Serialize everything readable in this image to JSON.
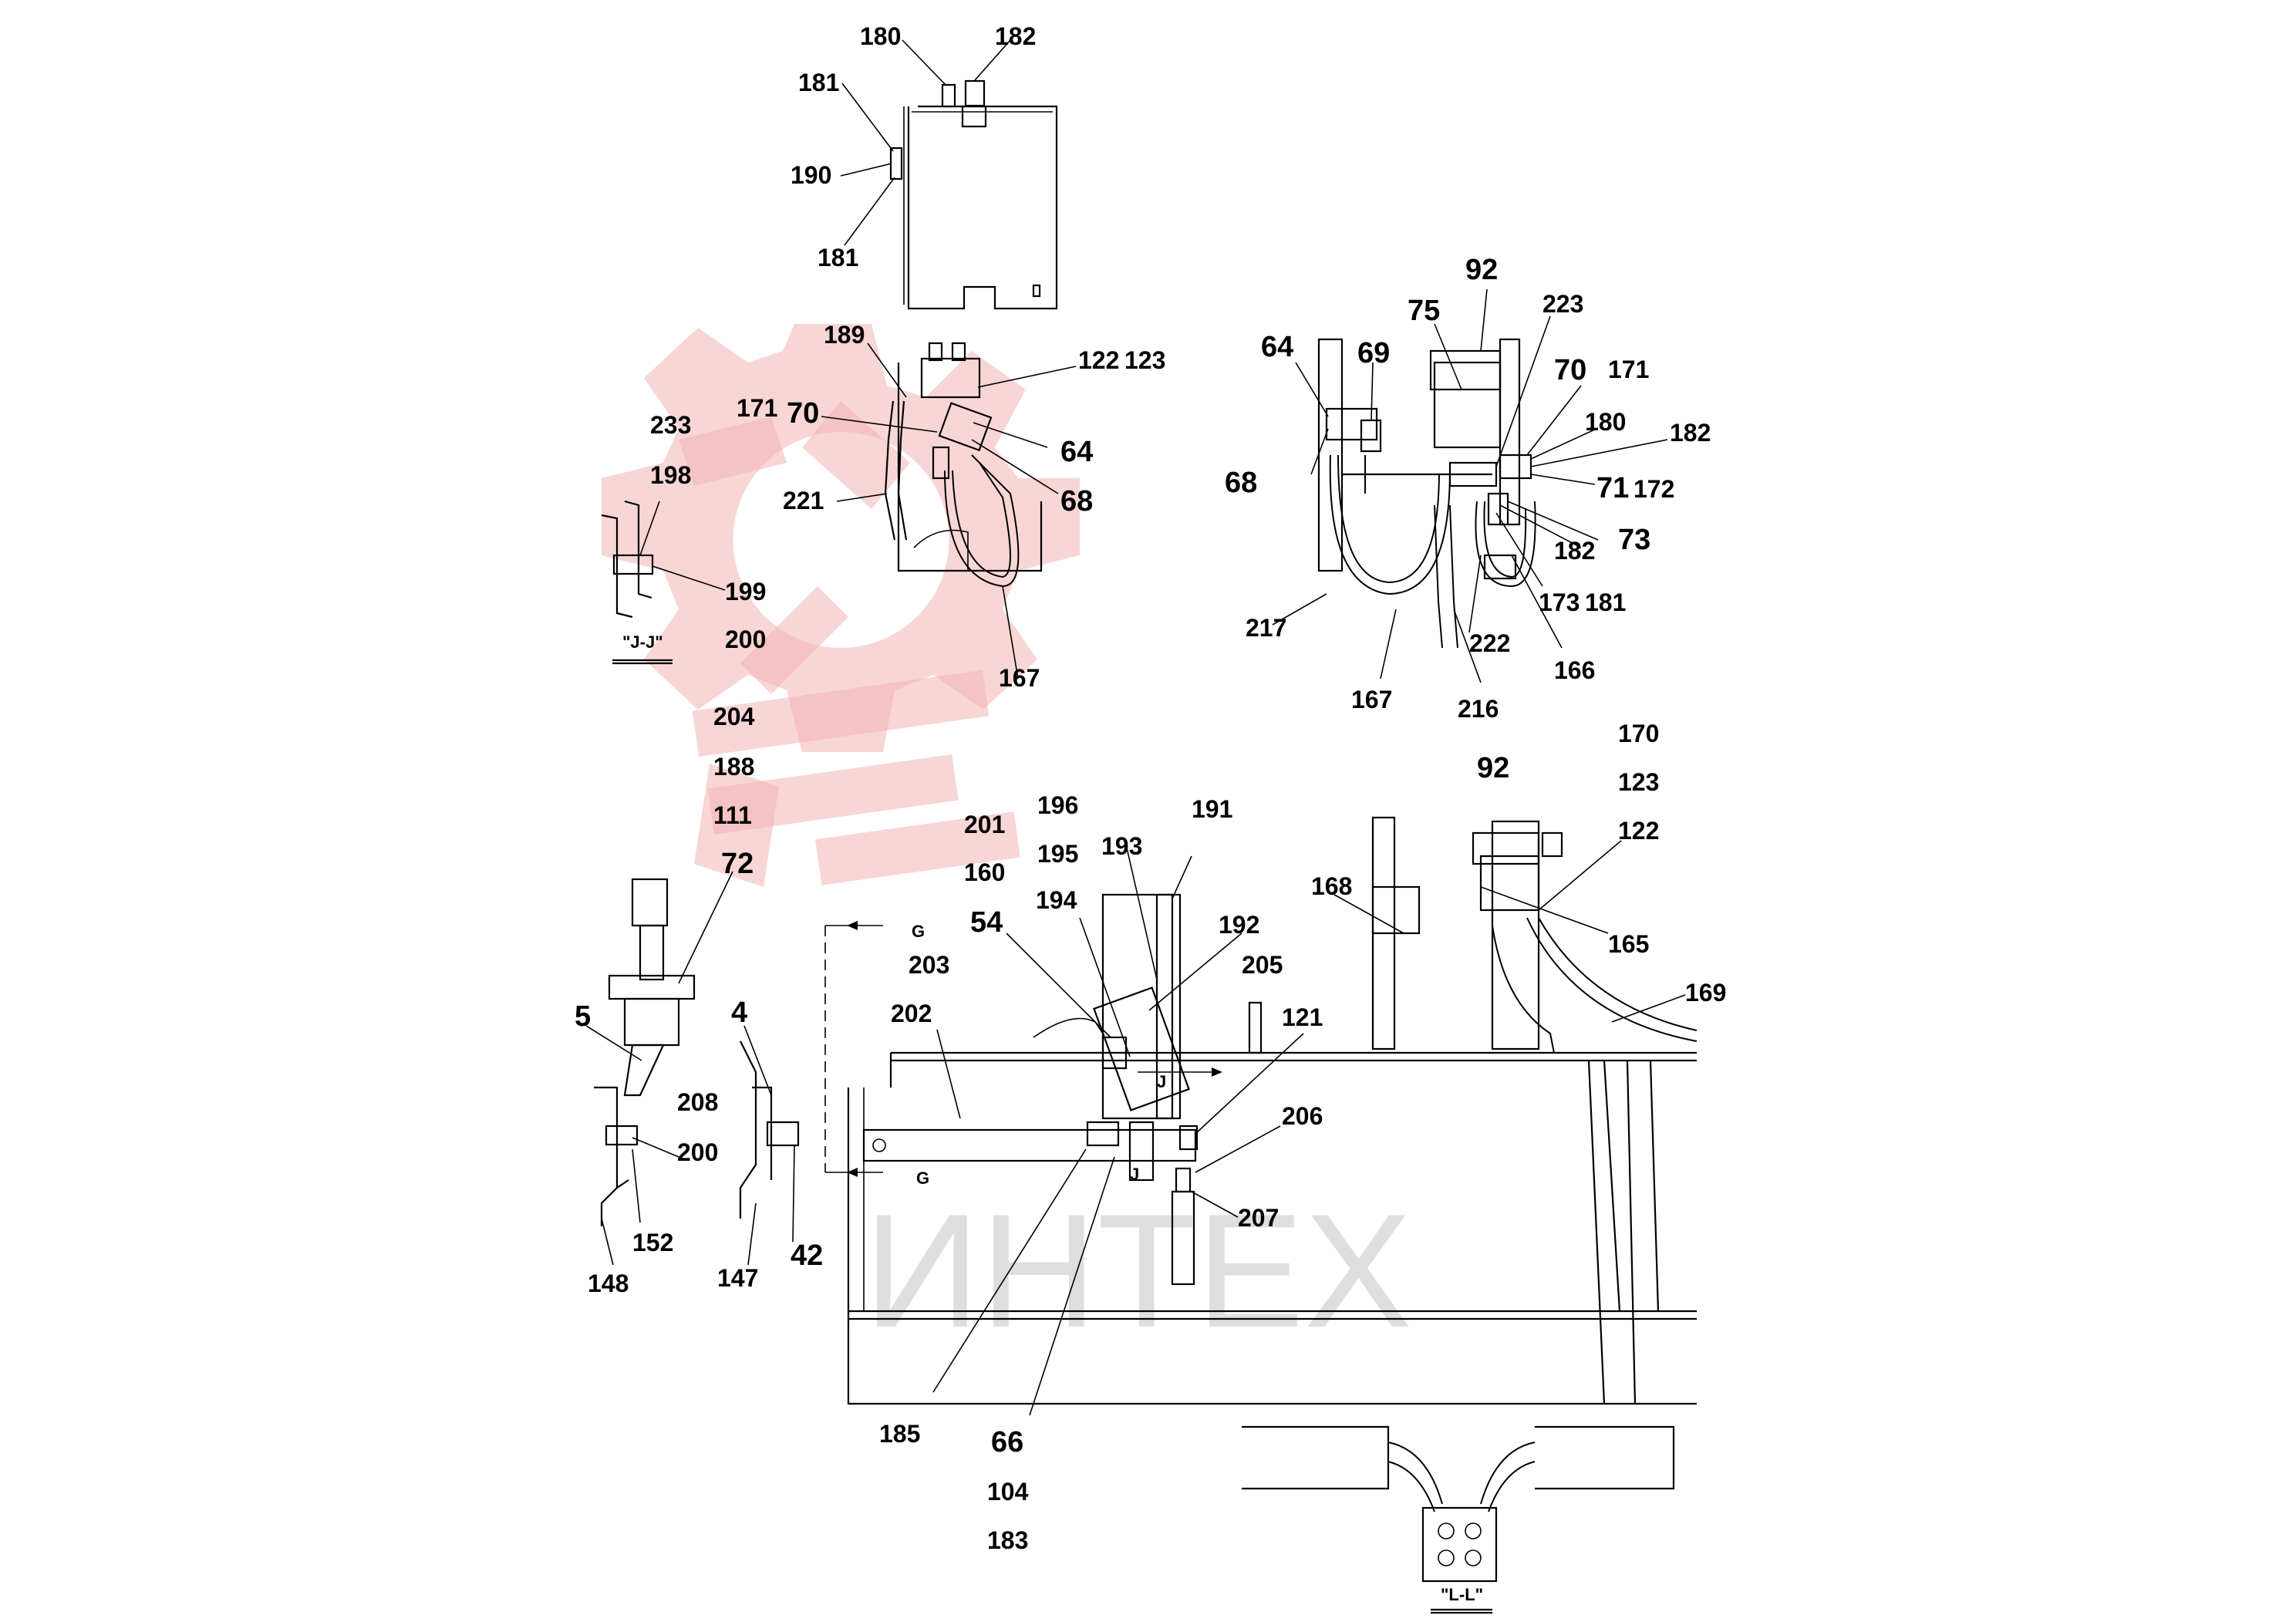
{
  "watermark": "ИНТЕХ",
  "views": {
    "jj": "\"J-J\"",
    "ll": "\"L-L\""
  },
  "markers": [
    "G",
    "G",
    "J",
    "J"
  ],
  "labels": {
    "top": [
      "180",
      "182",
      "181",
      "190",
      "181"
    ],
    "left_view": [
      "189",
      "122",
      "123",
      "171",
      "70",
      "64",
      "68",
      "221",
      "167"
    ],
    "jj_group": [
      "233",
      "198",
      "199",
      "200"
    ],
    "stack_left": [
      "204",
      "188",
      "111"
    ],
    "right_view": [
      "92",
      "223",
      "75",
      "64",
      "69",
      "70",
      "171",
      "180",
      "182",
      "68",
      "71",
      "172",
      "73",
      "182",
      "173",
      "181",
      "217",
      "222",
      "166",
      "167",
      "216"
    ],
    "middle_stack": [
      "196",
      "195",
      "201",
      "160",
      "191",
      "193",
      "194",
      "54",
      "192",
      "203",
      "205",
      "202",
      "121",
      "206",
      "207"
    ],
    "right_lower": [
      "170",
      "123",
      "92",
      "122",
      "168",
      "165",
      "169"
    ],
    "left_lower": [
      "72",
      "5",
      "4",
      "208",
      "200",
      "152",
      "42",
      "148",
      "147"
    ],
    "bottom": [
      "185",
      "66",
      "104",
      "183"
    ]
  }
}
